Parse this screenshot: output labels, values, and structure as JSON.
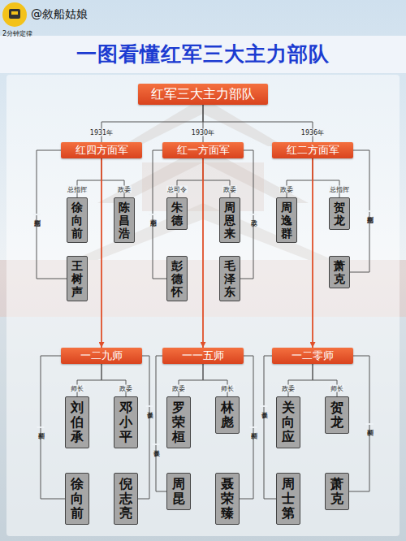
{
  "diagram": {
    "title": "一图看懂红军三大主力部队",
    "nodes": [
      {
        "text": [
          "红军三大主力部队"
        ]
      },
      {
        "text": [
          "红四方面军"
        ]
      },
      {
        "text": [
          "红一方面军"
        ]
      },
      {
        "text": [
          "红二方面军"
        ]
      },
      {
        "text": [
          "徐向前"
        ]
      },
      {
        "text": [
          "陈昌浩"
        ]
      },
      {
        "text": [
          "朱德"
        ]
      },
      {
        "text": [
          "周恩来"
        ]
      },
      {
        "text": [
          "周逸群"
        ]
      },
      {
        "text": [
          "贺龙"
        ]
      },
      {
        "text": [
          "王树声"
        ]
      },
      {
        "text": [
          "彭德怀"
        ]
      },
      {
        "text": [
          "毛泽东"
        ]
      },
      {
        "text": [
          "萧克"
        ]
      },
      {
        "text": [
          "一二九师"
        ]
      },
      {
        "text": [
          "一一五师"
        ]
      },
      {
        "text": [
          "一二零师"
        ]
      },
      {
        "text": [
          "刘伯承"
        ]
      },
      {
        "text": [
          "邓小平"
        ]
      },
      {
        "text": [
          "罗荣桓"
        ]
      },
      {
        "text": [
          "林彪"
        ]
      },
      {
        "text": [
          "关向应"
        ]
      },
      {
        "text": [
          "贺龙"
        ]
      },
      {
        "text": [
          "徐向前"
        ]
      },
      {
        "text": [
          "倪志亮"
        ]
      },
      {
        "text": [
          "周昆"
        ]
      },
      {
        "text": [
          "聂荣臻"
        ]
      },
      {
        "text": [
          "周士第"
        ]
      },
      {
        "text": [
          "萧克"
        ]
      }
    ],
    "edges": [
      {
        "from": 0,
        "to": 1,
        "label": "1931年",
        "arrow": "none"
      },
      {
        "from": 0,
        "to": 2,
        "label": "1930年",
        "arrow": "none"
      },
      {
        "from": 0,
        "to": 3,
        "label": "1936年",
        "arrow": "none"
      },
      {
        "from": 1,
        "to": 4,
        "label": "总指挥",
        "arrow": "none"
      },
      {
        "from": 1,
        "to": 5,
        "label": "政委",
        "arrow": "none"
      },
      {
        "from": 1,
        "to": 10,
        "label": "副总指挥",
        "arrow": "none"
      },
      {
        "from": 2,
        "to": 6,
        "label": "总司令",
        "arrow": "none"
      },
      {
        "from": 2,
        "to": 7,
        "label": "政委",
        "arrow": "none"
      },
      {
        "from": 2,
        "to": 11,
        "label": "副总司令",
        "arrow": "none"
      },
      {
        "from": 2,
        "to": 12,
        "label": "政委",
        "arrow": "none"
      },
      {
        "from": 3,
        "to": 8,
        "label": "政委",
        "arrow": "none"
      },
      {
        "from": 3,
        "to": 9,
        "label": "总指挥",
        "arrow": "none"
      },
      {
        "from": 3,
        "to": 13,
        "label": "副总指挥",
        "arrow": "none"
      },
      {
        "from": 1,
        "to": 14,
        "arrow": "to"
      },
      {
        "from": 2,
        "to": 15,
        "arrow": "to"
      },
      {
        "from": 3,
        "to": 16,
        "arrow": "to"
      },
      {
        "from": 14,
        "to": 17,
        "label": "师长",
        "arrow": "none"
      },
      {
        "from": 14,
        "to": 18,
        "label": "政委",
        "arrow": "none"
      },
      {
        "from": 14,
        "to": 23,
        "label": "副师长",
        "arrow": "none"
      },
      {
        "from": 14,
        "to": 24,
        "label": "参谋长",
        "arrow": "none"
      },
      {
        "from": 15,
        "to": 19,
        "label": "政委",
        "arrow": "none"
      },
      {
        "from": 15,
        "to": 20,
        "label": "师长",
        "arrow": "none"
      },
      {
        "from": 15,
        "to": 25,
        "label": "参谋长",
        "arrow": "none"
      },
      {
        "from": 15,
        "to": 26,
        "label": "副师长",
        "arrow": "none"
      },
      {
        "from": 16,
        "to": 21,
        "label": "政委",
        "arrow": "none"
      },
      {
        "from": 16,
        "to": 22,
        "label": "师长",
        "arrow": "none"
      },
      {
        "from": 16,
        "to": 27,
        "label": "参谋长",
        "arrow": "none"
      },
      {
        "from": 16,
        "to": 28,
        "label": "副师长",
        "arrow": "none"
      }
    ],
    "labels": [
      "@敘船姑娘",
      "2分钟定律"
    ]
  }
}
